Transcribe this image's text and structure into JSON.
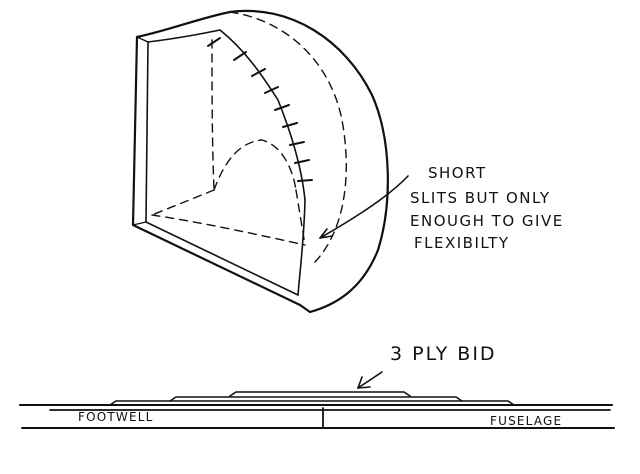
{
  "annotations": {
    "slits_note": [
      "SHORT",
      "SLITS BUT ONLY",
      "ENOUGH TO GIVE",
      "FLEXIBILTY"
    ],
    "ply_note": "3 PLY BID"
  },
  "labels": {
    "footwell": "FOOTWELL",
    "fuselage": "FUSELAGE"
  }
}
